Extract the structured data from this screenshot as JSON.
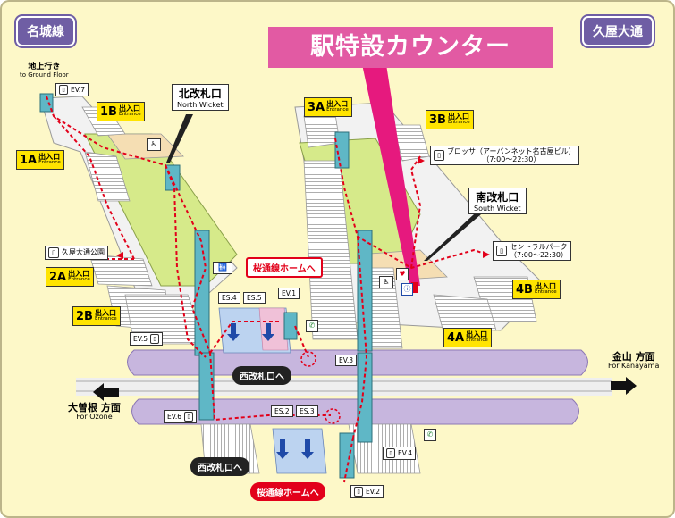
{
  "lines": {
    "meijo": "名城線",
    "hisaya": "久屋大通"
  },
  "banner": "駅特設カウンター",
  "ground": {
    "ja": "地上行き",
    "en": "to Ground Floor"
  },
  "entrances": {
    "e1a": {
      "code": "1A",
      "ja": "出入口",
      "en": "Entrance"
    },
    "e1b": {
      "code": "1B",
      "ja": "出入口",
      "en": "Entrance"
    },
    "e2a": {
      "code": "2A",
      "ja": "出入口",
      "en": "Entrance"
    },
    "e2b": {
      "code": "2B",
      "ja": "出入口",
      "en": "Entrance"
    },
    "e3a": {
      "code": "3A",
      "ja": "出入口",
      "en": "Entrance"
    },
    "e3b": {
      "code": "3B",
      "ja": "出入口",
      "en": "Entrance"
    },
    "e4a": {
      "code": "4A",
      "ja": "出入口",
      "en": "Entrance"
    },
    "e4b": {
      "code": "4B",
      "ja": "出入口",
      "en": "Entrance"
    }
  },
  "places": {
    "park": "久屋大通公園",
    "brossa": "ブロッサ（アーバンネット名古屋ビル）",
    "brossa_hours": "（7:00～22:30）",
    "central": "セントラルパーク",
    "central_hours": "（7:00～22:30）"
  },
  "wickets": {
    "north": {
      "ja": "北改札口",
      "en": "North Wicket"
    },
    "south": {
      "ja": "南改札口",
      "en": "South Wicket"
    }
  },
  "elevators": {
    "ev7": "EV.7",
    "ev5": "EV.5",
    "ev6": "EV.6",
    "ev1": "EV.1",
    "ev3": "EV.3",
    "ev4": "EV.4",
    "ev2": "EV.2"
  },
  "escalators": {
    "es4": "ES.4",
    "es5": "ES.5",
    "es2": "ES.2",
    "es3": "ES.3"
  },
  "labels": {
    "sakura_upper": "桜通線ホームへ",
    "west_upper": "西改札口へ",
    "west_lower": "西改札口へ",
    "sakura_lower": "桜通線ホームへ"
  },
  "directions": {
    "kanayama": {
      "ja": "金山 方面",
      "en": "For Kanayama"
    },
    "ozone": {
      "ja": "大曽根 方面",
      "en": "For Ozone"
    }
  },
  "colors": {
    "meijo_purple": "#6f5ea4",
    "banner_pink": "#e25aa3",
    "entrance_yellow": "#ffe400",
    "route_red": "#e2001a",
    "platform_purple": "#c7b6de",
    "concourse_green": "#d6ea8a",
    "elevator_teal": "#5fb7c6"
  }
}
